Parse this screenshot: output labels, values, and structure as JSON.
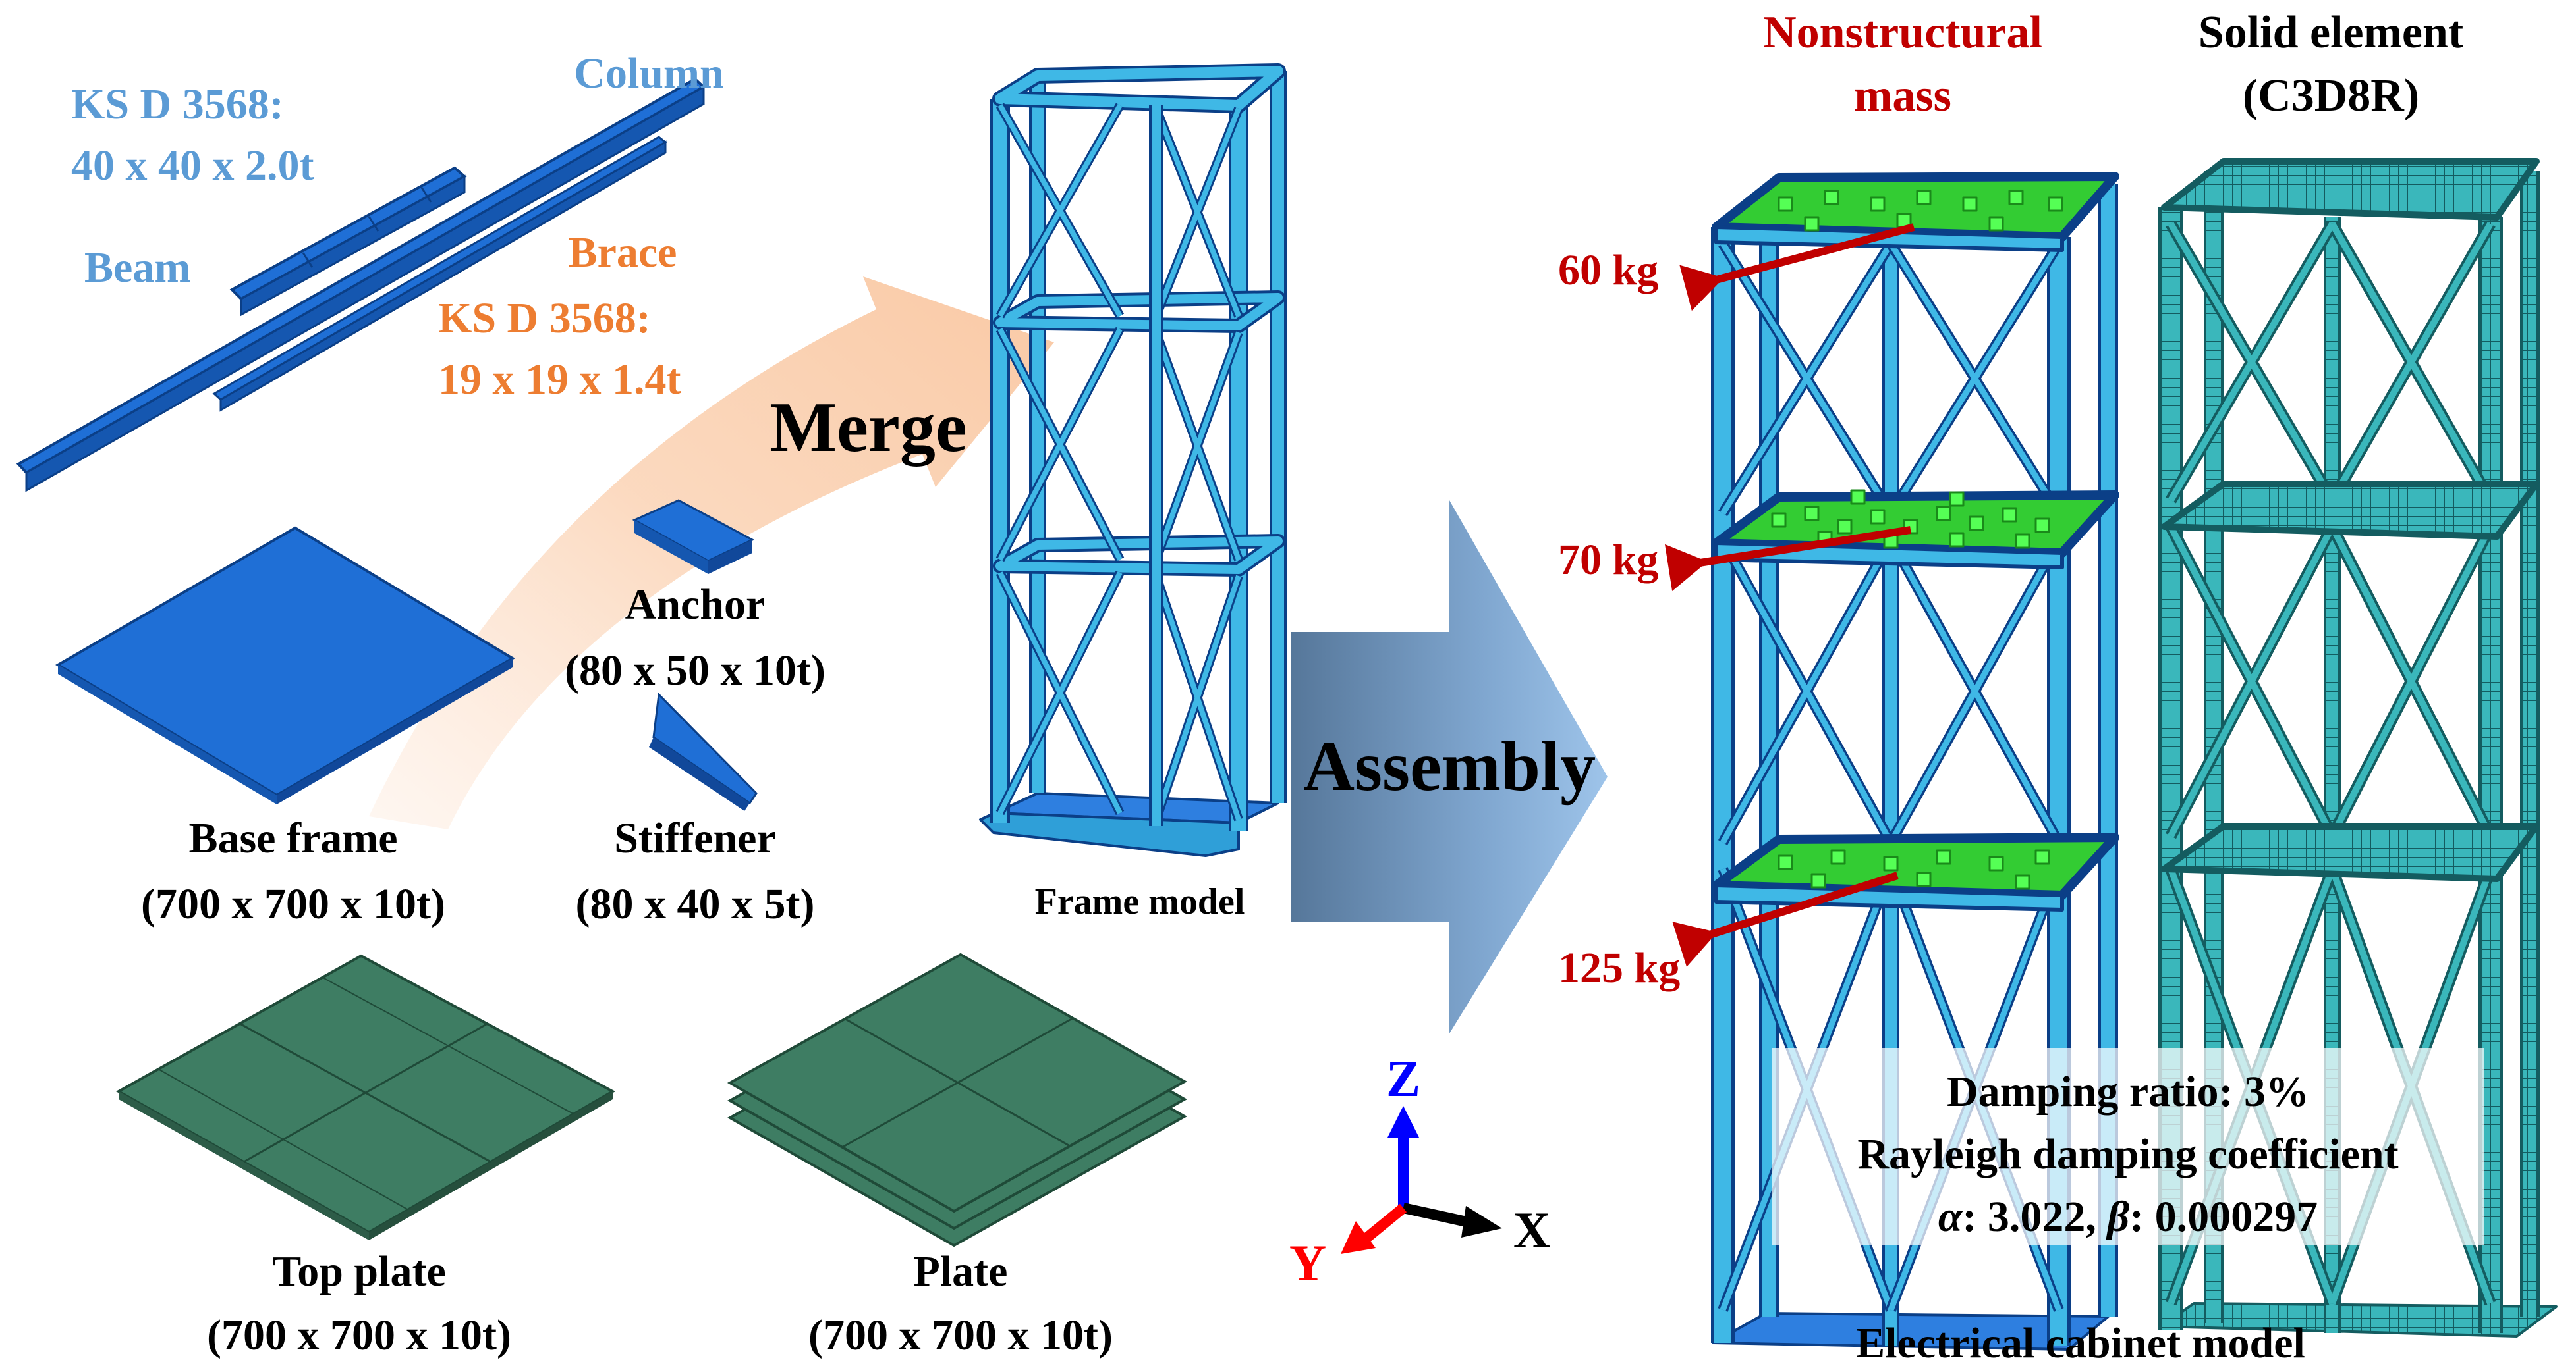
{
  "parts": {
    "column": "Column",
    "beam": "Beam",
    "beam_spec_1": "KS D 3568:",
    "beam_spec_2": "40 x 40 x 2.0t",
    "brace": "Brace",
    "brace_spec_1": "KS D 3568:",
    "brace_spec_2": "19 x 19 x 1.4t",
    "anchor": "Anchor",
    "anchor_dim": "(80 x 50 x 10t)",
    "stiffener": "Stiffener",
    "stiffener_dim": "(80 x 40 x 5t)",
    "base_frame": "Base frame",
    "base_frame_dim": "(700 x 700 x 10t)",
    "top_plate": "Top plate",
    "top_plate_dim": "(700 x 700 x 10t)",
    "plate": "Plate",
    "plate_dim": "(700 x 700 x 10t)"
  },
  "steps": {
    "merge": "Merge",
    "assembly": "Assembly",
    "frame_model": "Frame model"
  },
  "axes": {
    "z": "Z",
    "y": "Y",
    "x": "X"
  },
  "cabinet": {
    "nonstructural_1": "Nonstructural",
    "nonstructural_2": "mass",
    "solid_1": "Solid element",
    "solid_2": "(C3D8R)",
    "mass_top": "60 kg",
    "mass_mid": "70 kg",
    "mass_bottom": "125 kg",
    "damping_ratio": "Damping ratio: 3%",
    "rayleigh": "Rayleigh damping coefficient",
    "alpha_symbol": "α",
    "alpha_value": ": 3.022, ",
    "beta_symbol": "β",
    "beta_value": ": 0.000297",
    "title": "Electrical cabinet model"
  },
  "colors": {
    "steel_blue": "#1f6fd6",
    "frame_cyan": "#3fb8e6",
    "mass_green": "#33cc33",
    "plate_green": "#3e7d63",
    "mesh_teal": "#2aa0a6",
    "label_blue": "#5b9bd5",
    "label_orange": "#ed7d31",
    "label_red": "#c00000"
  }
}
